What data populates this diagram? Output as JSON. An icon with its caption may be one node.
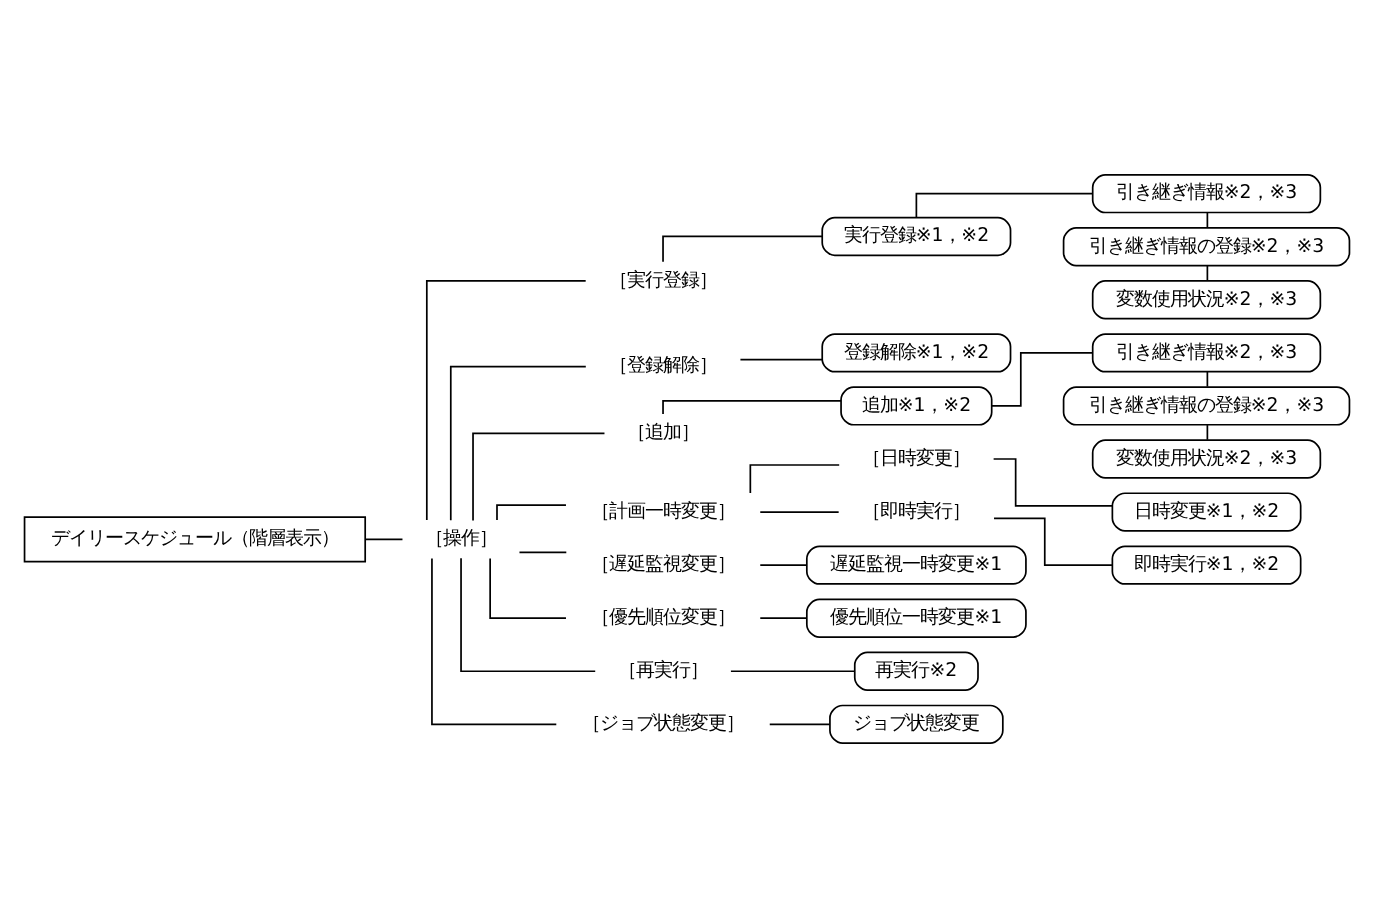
{
  "diagram": {
    "nodes": [
      {
        "text": [
          "デイリースケジュール（階層表示）"
        ]
      },
      {
        "text": [
          "［操作］"
        ]
      },
      {
        "text": [
          "［実行登録］"
        ]
      },
      {
        "text": [
          "実行登録※1，※2"
        ]
      },
      {
        "text": [
          "引き継ぎ情報※2，※3"
        ]
      },
      {
        "text": [
          "引き継ぎ情報の登録※2，※3"
        ]
      },
      {
        "text": [
          "変数使用状況※2，※3"
        ]
      },
      {
        "text": [
          "［登録解除］"
        ]
      },
      {
        "text": [
          "登録解除※1，※2"
        ]
      },
      {
        "text": [
          "［追加］"
        ]
      },
      {
        "text": [
          "追加※1，※2"
        ]
      },
      {
        "text": [
          "引き継ぎ情報※2，※3"
        ]
      },
      {
        "text": [
          "引き継ぎ情報の登録※2，※3"
        ]
      },
      {
        "text": [
          "変数使用状況※2，※3"
        ]
      },
      {
        "text": [
          "［計画一時変更］"
        ]
      },
      {
        "text": [
          "［日時変更］"
        ]
      },
      {
        "text": [
          "日時変更※1，※2"
        ]
      },
      {
        "text": [
          "［即時実行］"
        ]
      },
      {
        "text": [
          "即時実行※1，※2"
        ]
      },
      {
        "text": [
          "［遅延監視変更］"
        ]
      },
      {
        "text": [
          "遅延監視一時変更※1"
        ]
      },
      {
        "text": [
          "［優先順位変更］"
        ]
      },
      {
        "text": [
          "優先順位一時変更※1"
        ]
      },
      {
        "text": [
          "［再実行］"
        ]
      },
      {
        "text": [
          "再実行※2"
        ]
      },
      {
        "text": [
          "［ジョブ状態変更］"
        ]
      },
      {
        "text": [
          "ジョブ状態変更"
        ]
      }
    ],
    "edges": [
      {
        "from": 0,
        "to": 1,
        "arrow": "none"
      },
      {
        "from": 1,
        "to": 2,
        "arrow": "none"
      },
      {
        "from": 2,
        "to": 3,
        "arrow": "none"
      },
      {
        "from": 3,
        "to": 4,
        "arrow": "none"
      },
      {
        "from": 4,
        "to": 5,
        "arrow": "none"
      },
      {
        "from": 5,
        "to": 6,
        "arrow": "none"
      },
      {
        "from": 1,
        "to": 7,
        "arrow": "none"
      },
      {
        "from": 7,
        "to": 8,
        "arrow": "none"
      },
      {
        "from": 1,
        "to": 9,
        "arrow": "none"
      },
      {
        "from": 9,
        "to": 10,
        "arrow": "none"
      },
      {
        "from": 10,
        "to": 11,
        "arrow": "none"
      },
      {
        "from": 11,
        "to": 12,
        "arrow": "none"
      },
      {
        "from": 12,
        "to": 13,
        "arrow": "none"
      },
      {
        "from": 1,
        "to": 14,
        "arrow": "none"
      },
      {
        "from": 14,
        "to": 15,
        "arrow": "none"
      },
      {
        "from": 15,
        "to": 16,
        "arrow": "none"
      },
      {
        "from": 14,
        "to": 17,
        "arrow": "none"
      },
      {
        "from": 17,
        "to": 18,
        "arrow": "none"
      },
      {
        "from": 1,
        "to": 19,
        "arrow": "none"
      },
      {
        "from": 19,
        "to": 20,
        "arrow": "none"
      },
      {
        "from": 1,
        "to": 21,
        "arrow": "none"
      },
      {
        "from": 21,
        "to": 22,
        "arrow": "none"
      },
      {
        "from": 1,
        "to": 23,
        "arrow": "none"
      },
      {
        "from": 23,
        "to": 24,
        "arrow": "none"
      },
      {
        "from": 1,
        "to": 25,
        "arrow": "none"
      },
      {
        "from": 25,
        "to": 26,
        "arrow": "none"
      }
    ]
  }
}
